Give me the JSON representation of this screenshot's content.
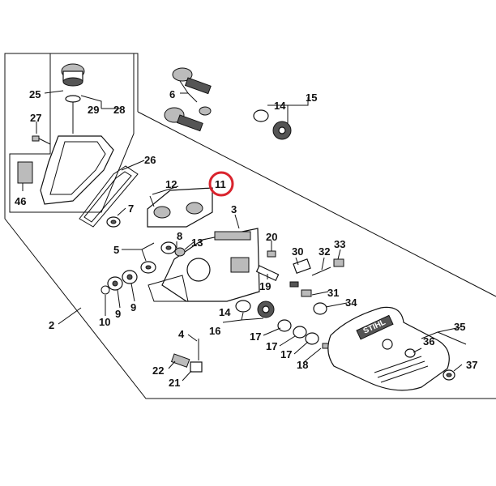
{
  "diagram": {
    "highlight_color": "#d9232d",
    "highlighted_label": "11",
    "brand_text": "STIHL",
    "labels": {
      "l25": "25",
      "l29": "29",
      "l28": "28",
      "l27": "27",
      "l46": "46",
      "l6": "6",
      "l14a": "14",
      "l15": "15",
      "l26": "26",
      "l12": "12",
      "l11": "11",
      "l7": "7",
      "l3": "3",
      "l5": "5",
      "l8": "8",
      "l13": "13",
      "l20": "20",
      "l30": "30",
      "l32": "32",
      "l33": "33",
      "l19": "19",
      "l31": "31",
      "l34": "34",
      "l10": "10",
      "l9a": "9",
      "l9b": "9",
      "l14b": "14",
      "l16": "16",
      "l2": "2",
      "l4": "4",
      "l17a": "17",
      "l17b": "17",
      "l17c": "17",
      "l18": "18",
      "l35": "35",
      "l36": "36",
      "l37": "37",
      "l22": "22",
      "l21": "21"
    }
  }
}
